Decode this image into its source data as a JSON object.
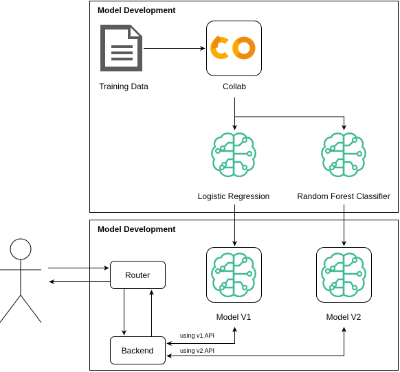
{
  "top_container": {
    "title": "Model Development"
  },
  "bottom_container": {
    "title": "Model Development"
  },
  "nodes": {
    "training_data": {
      "label": "Training Data",
      "icon": "document-icon"
    },
    "collab": {
      "label": "Collab",
      "icon": "colab-logo"
    },
    "logistic_regression": {
      "label": "Logistic Regression",
      "icon": "brain-circuit-icon"
    },
    "random_forest": {
      "label": "Random Forest Classifier",
      "icon": "brain-circuit-icon"
    },
    "model_v1": {
      "label": "Model V1",
      "icon": "brain-circuit-icon"
    },
    "model_v2": {
      "label": "Model V2",
      "icon": "brain-circuit-icon"
    },
    "router": {
      "label": "Router"
    },
    "backend": {
      "label": "Backend"
    },
    "user": {
      "icon": "stick-figure-icon"
    }
  },
  "edges": {
    "v1_api": "using v1 API",
    "v2_api": "using v2 API"
  },
  "colors": {
    "brain": "#3fba96",
    "doc": "#5b5b5b",
    "colab_orange": "#f08b0e",
    "colab_yellow": "#f9ab00"
  }
}
